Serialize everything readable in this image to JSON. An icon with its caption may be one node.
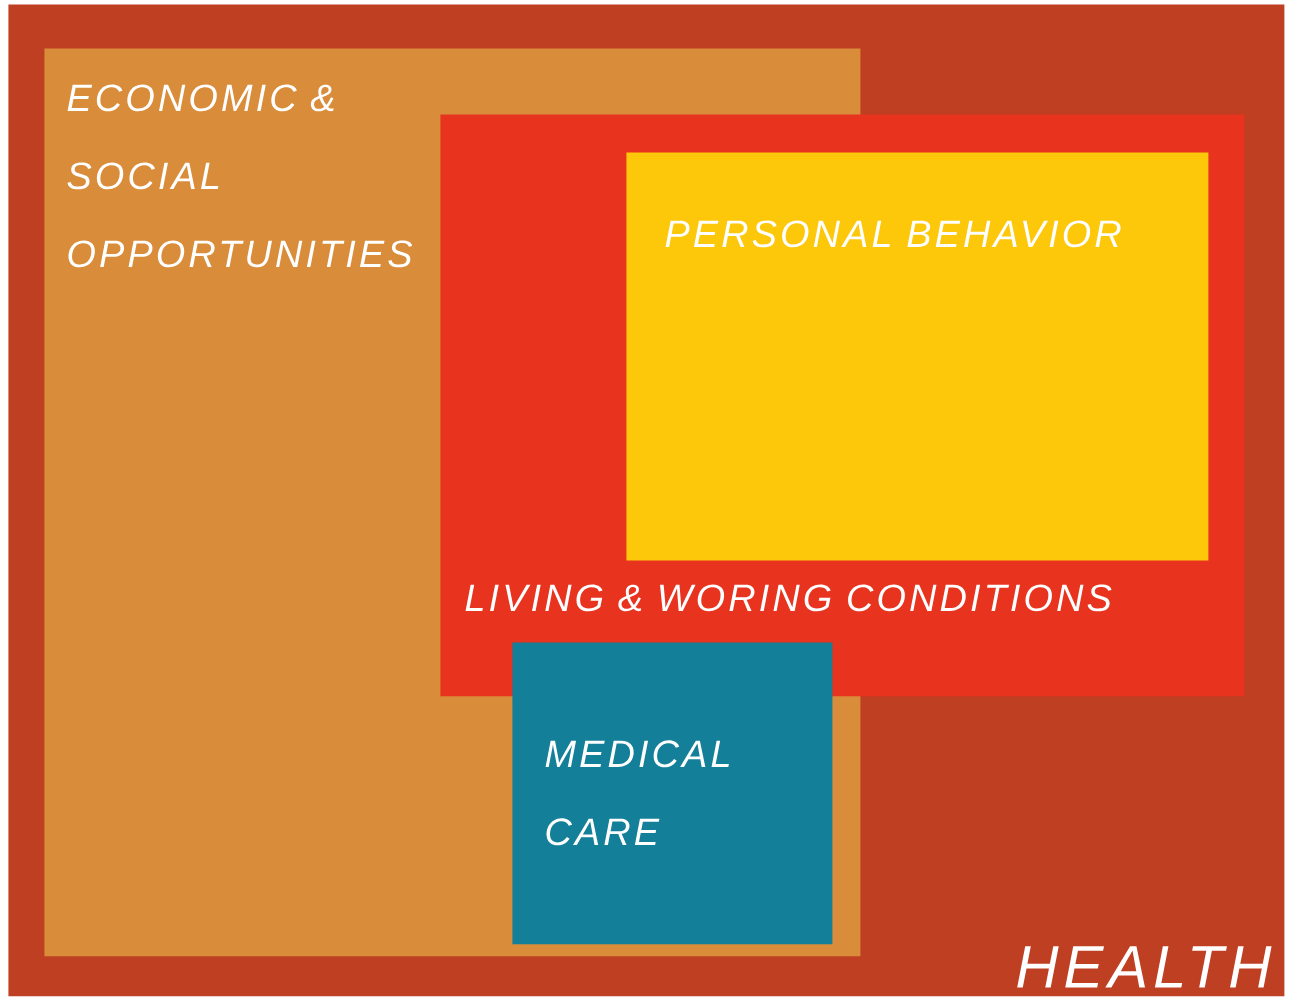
{
  "diagram": {
    "nodes": [
      {
        "text": [
          "HEALTH"
        ]
      },
      {
        "text": [
          "ECONOMIC & SOCIAL OPPORTUNITIES"
        ],
        "in": 0
      },
      {
        "text": [
          "LIVING & WORING CONDITIONS"
        ],
        "in": 0
      },
      {
        "text": [
          "PERSONAL BEHAVIOR"
        ],
        "in": 2
      },
      {
        "text": [
          "MEDICAL CARE"
        ],
        "in": 1
      }
    ]
  }
}
